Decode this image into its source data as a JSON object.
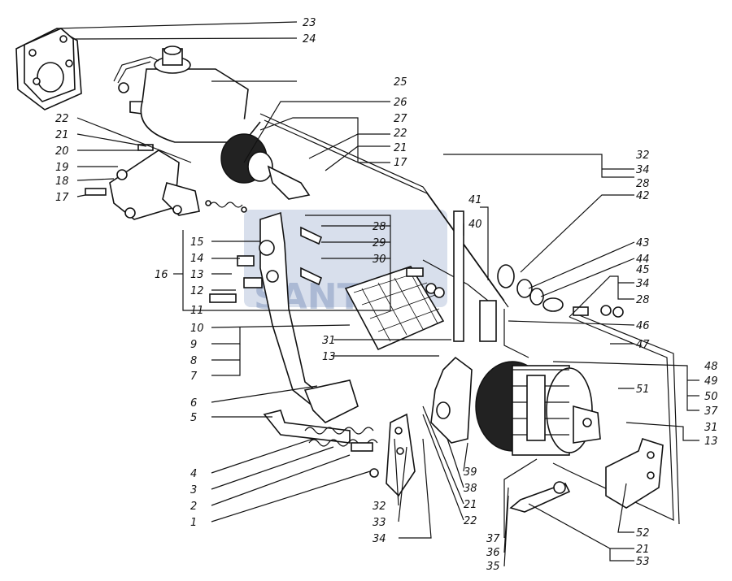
{
  "watermark": "SANTAI",
  "callouts": {
    "top_right": [
      "23",
      "24",
      "25",
      "26",
      "27",
      "22",
      "21",
      "17"
    ],
    "top_left": [
      "22",
      "21",
      "20",
      "19",
      "18",
      "17"
    ],
    "left_group": [
      "15",
      "14",
      "13",
      "12",
      "11",
      "16",
      "28",
      "29",
      "30"
    ],
    "mid_left": [
      "10",
      "9",
      "8",
      "7",
      "6",
      "5",
      "4",
      "3",
      "2",
      "1"
    ],
    "center": [
      "31",
      "13",
      "41",
      "40",
      "32",
      "33",
      "34",
      "21",
      "22",
      "38",
      "39",
      "37",
      "36",
      "35"
    ],
    "right": [
      "32",
      "34",
      "28",
      "42",
      "43",
      "44",
      "45",
      "34",
      "28",
      "46",
      "47",
      "48",
      "49",
      "50",
      "37",
      "51",
      "31",
      "13",
      "52",
      "21",
      "53"
    ]
  }
}
